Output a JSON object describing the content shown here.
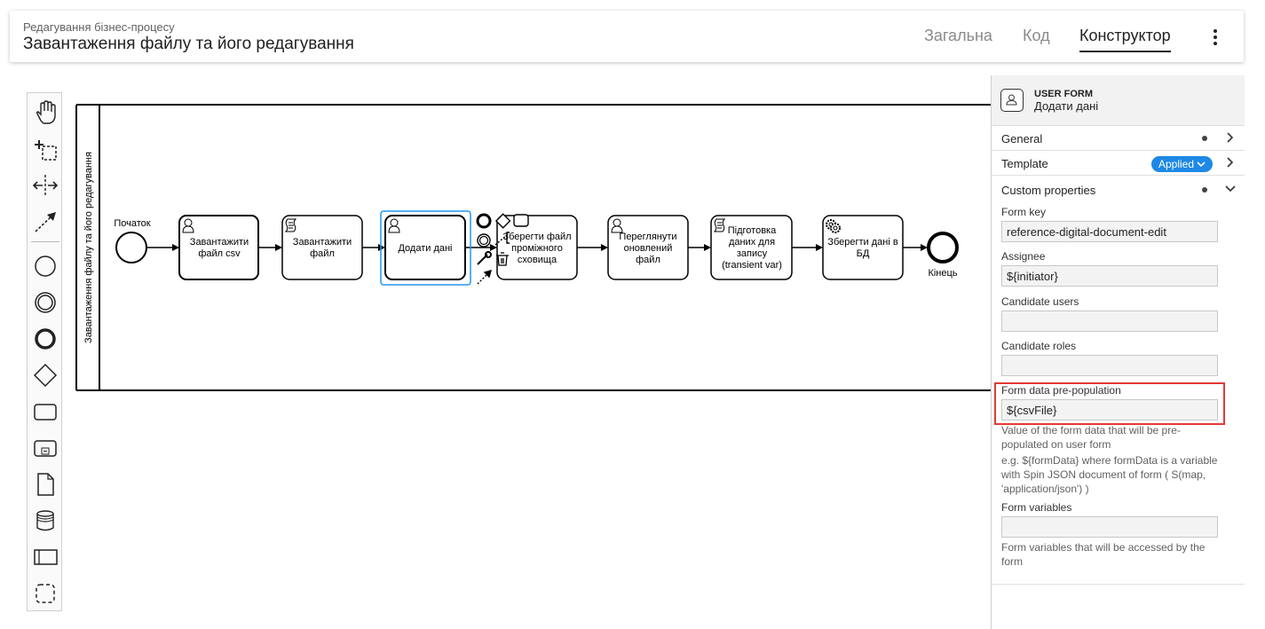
{
  "header": {
    "subtitle": "Редагування бізнес-процесу",
    "title": "Завантаження файлу та його редагування",
    "tabs": [
      {
        "label": "Загальна",
        "active": false
      },
      {
        "label": "Код",
        "active": false
      },
      {
        "label": "Конструктор",
        "active": true
      }
    ]
  },
  "palette": {
    "tools": [
      "hand-tool",
      "lasso-tool",
      "space-tool",
      "connect-tool",
      "start-event",
      "intermediate-event",
      "end-event",
      "gateway",
      "task",
      "subprocess",
      "data-object",
      "data-store",
      "pool",
      "group"
    ]
  },
  "diagram": {
    "pool_label": "Завантаження файлу та його редагування",
    "start_label": "Початок",
    "end_label": "Кінець",
    "tasks": [
      {
        "type": "user",
        "lines": [
          "Завантажити",
          "файл csv"
        ]
      },
      {
        "type": "script",
        "lines": [
          "Завантажити",
          "файл"
        ]
      },
      {
        "type": "user",
        "lines": [
          "Додати дані"
        ],
        "selected": true
      },
      {
        "type": "script",
        "lines": [
          "Зберегти файл",
          "проміжного",
          "сховища"
        ]
      },
      {
        "type": "user",
        "lines": [
          "Переглянути",
          "оновлений",
          "файл"
        ]
      },
      {
        "type": "script",
        "lines": [
          "Підготовка",
          "даних для",
          "запису",
          "(transient var)"
        ]
      },
      {
        "type": "service",
        "lines": [
          "Зберегти дані в",
          "БД"
        ]
      }
    ]
  },
  "panel": {
    "element_type": "USER FORM",
    "element_name": "Додати дані",
    "groups": {
      "general": "General",
      "template": "Template",
      "template_badge": "Applied",
      "custom": "Custom properties"
    },
    "fields": {
      "form_key_label": "Form key",
      "form_key_value": "reference-digital-document-edit",
      "assignee_label": "Assignee",
      "assignee_value": "${initiator}",
      "candidate_users_label": "Candidate users",
      "candidate_users_value": "",
      "candidate_roles_label": "Candidate roles",
      "candidate_roles_value": "",
      "prepop_label": "Form data pre-population",
      "prepop_value": "${csvFile}",
      "prepop_desc": "Value of the form data that will be pre-populated on user form",
      "prepop_example": "e.g. ${formData} where formData is a variable with Spin JSON document of form ( S(map, 'application/json') )",
      "form_vars_label": "Form variables",
      "form_vars_value": "",
      "form_vars_desc": "Form variables that will be accessed by the form"
    }
  },
  "colors": {
    "selection": "#2196f3",
    "accent": "#1e88e5",
    "highlight": "#e53935"
  }
}
